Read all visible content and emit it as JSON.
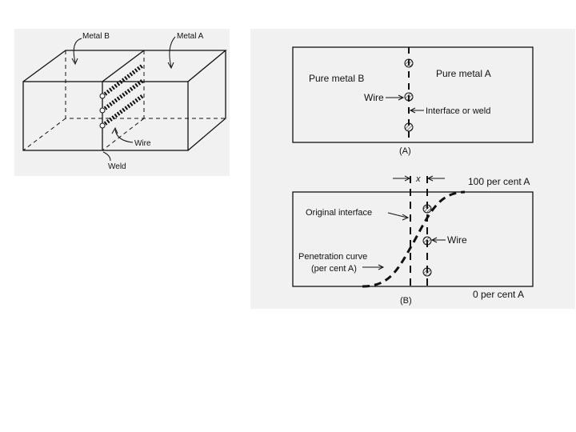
{
  "figure_left": {
    "labels": {
      "metal_b": "Metal B",
      "metal_a": "Metal A",
      "wire": "Wire",
      "weld": "Weld"
    }
  },
  "figure_a": {
    "left_label": "Pure metal B",
    "right_label": "Pure metal A",
    "wire_label": "Wire",
    "interface_label": "Interface or weld",
    "caption": "(A)"
  },
  "figure_b": {
    "x_marker": "x",
    "top_right_label": "100 per cent A",
    "original_interface_label": "Original interface",
    "wire_label": "Wire",
    "penetration_label_line1": "Penetration curve",
    "penetration_label_line2": "(per cent A)",
    "caption": "(B)",
    "bottom_right_label": "0 per cent A"
  },
  "colors": {
    "line": "#111111",
    "panel_bg": "#f1f1f1",
    "hatch": "#555555"
  }
}
